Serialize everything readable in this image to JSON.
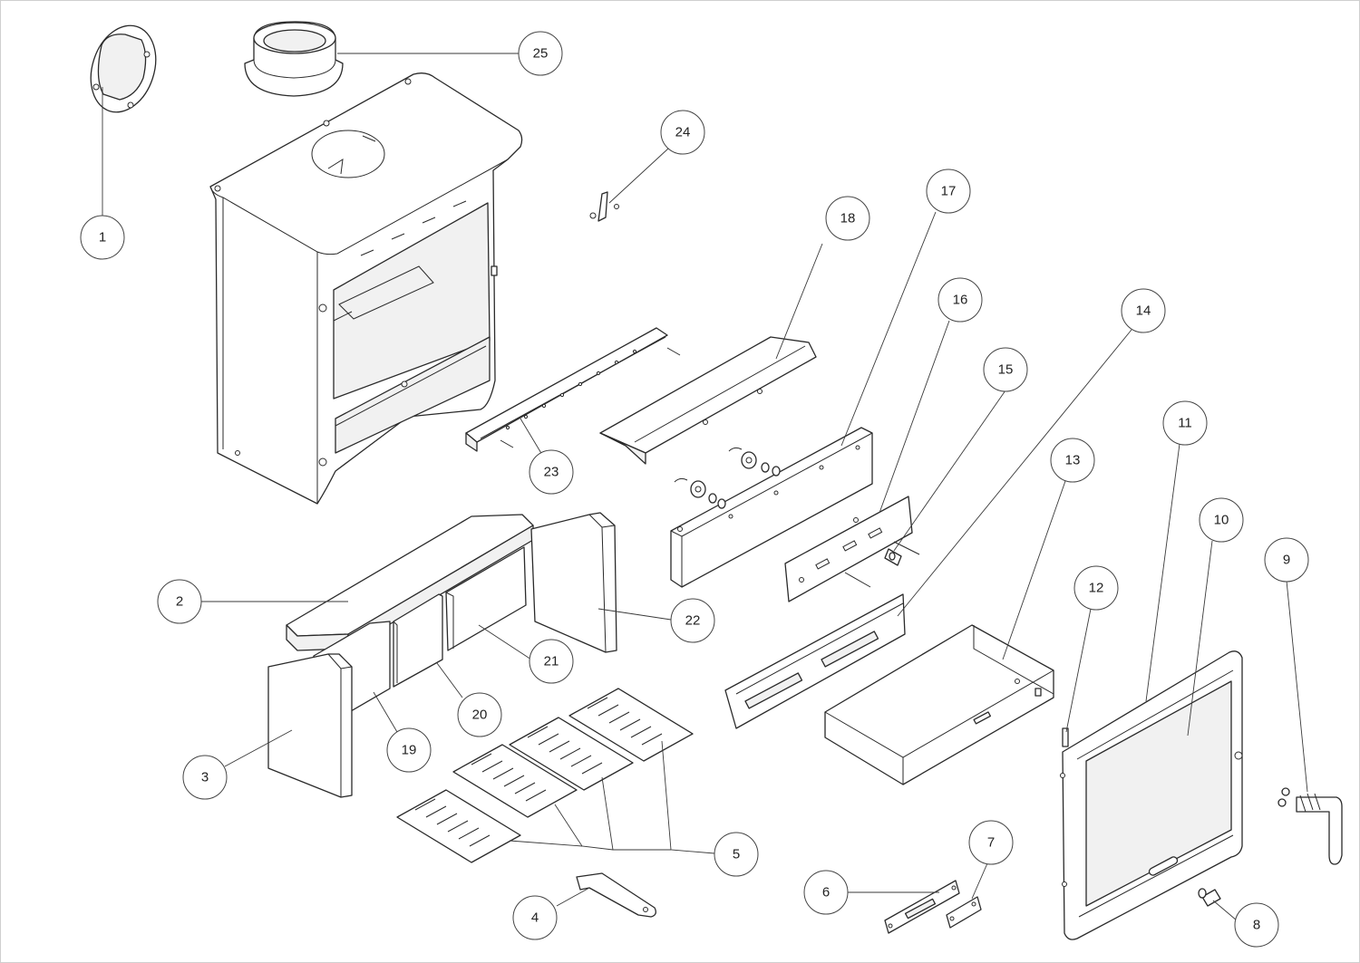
{
  "diagram": {
    "callouts": [
      {
        "id": "callout-1",
        "label": "1"
      },
      {
        "id": "callout-2",
        "label": "2"
      },
      {
        "id": "callout-3",
        "label": "3"
      },
      {
        "id": "callout-4",
        "label": "4"
      },
      {
        "id": "callout-5",
        "label": "5"
      },
      {
        "id": "callout-6",
        "label": "6"
      },
      {
        "id": "callout-7",
        "label": "7"
      },
      {
        "id": "callout-8",
        "label": "8"
      },
      {
        "id": "callout-9",
        "label": "9"
      },
      {
        "id": "callout-10",
        "label": "10"
      },
      {
        "id": "callout-11",
        "label": "11"
      },
      {
        "id": "callout-12",
        "label": "12"
      },
      {
        "id": "callout-13",
        "label": "13"
      },
      {
        "id": "callout-14",
        "label": "14"
      },
      {
        "id": "callout-15",
        "label": "15"
      },
      {
        "id": "callout-16",
        "label": "16"
      },
      {
        "id": "callout-17",
        "label": "17"
      },
      {
        "id": "callout-18",
        "label": "18"
      },
      {
        "id": "callout-19",
        "label": "19"
      },
      {
        "id": "callout-20",
        "label": "20"
      },
      {
        "id": "callout-21",
        "label": "21"
      },
      {
        "id": "callout-22",
        "label": "22"
      },
      {
        "id": "callout-23",
        "label": "23"
      },
      {
        "id": "callout-24",
        "label": "24"
      },
      {
        "id": "callout-25",
        "label": "25"
      }
    ]
  }
}
